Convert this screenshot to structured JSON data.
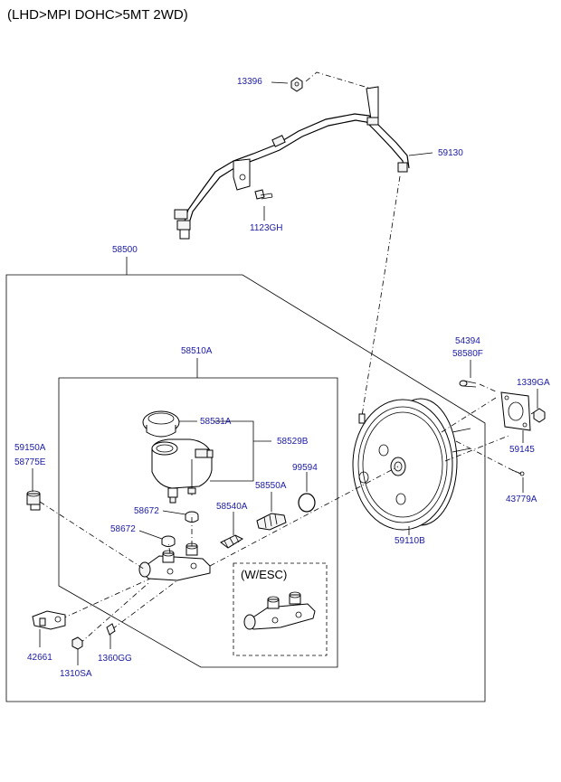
{
  "title": "(LHD>MPI DOHC>5MT 2WD)",
  "labels": {
    "p13396": "13396",
    "p59130": "59130",
    "p1123gh": "1123GH",
    "p58500": "58500",
    "p58510a": "58510A",
    "p54394": "54394",
    "p58580f": "58580F",
    "p1339ga": "1339GA",
    "p58531a": "58531A",
    "p58529b": "58529B",
    "p59150a": "59150A",
    "p58775e": "58775E",
    "p99594": "99594",
    "p59145": "59145",
    "p58550a": "58550A",
    "p58672a": "58672",
    "p58540a": "58540A",
    "p43779a": "43779A",
    "p58672b": "58672",
    "p59110b": "59110B",
    "p42661": "42661",
    "p1310sa": "1310SA",
    "p1360gg": "1360GG"
  },
  "inset_label": "(W/ESC)"
}
